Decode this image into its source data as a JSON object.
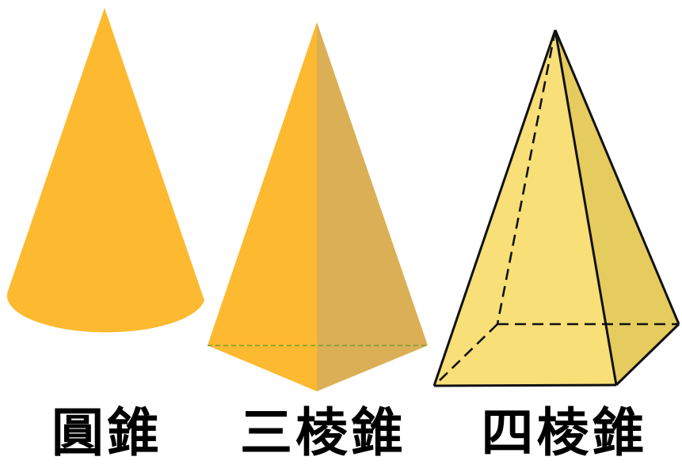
{
  "shapes": [
    {
      "id": "cone",
      "label": "圓錐"
    },
    {
      "id": "triangular-pyramid",
      "label": "三棱錐"
    },
    {
      "id": "square-pyramid",
      "label": "四棱錐"
    }
  ],
  "colors": {
    "cone_fill": "#FDB92F",
    "tri_left_face": "#FDB92F",
    "tri_right_face": "#DBAF55",
    "tri_hidden_edge": "#6E9E3A",
    "quad_front_face": "#F8DF77",
    "quad_side_face": "#E6CC5E",
    "quad_bottom_face": "#F6DD74",
    "outline": "#111111"
  }
}
